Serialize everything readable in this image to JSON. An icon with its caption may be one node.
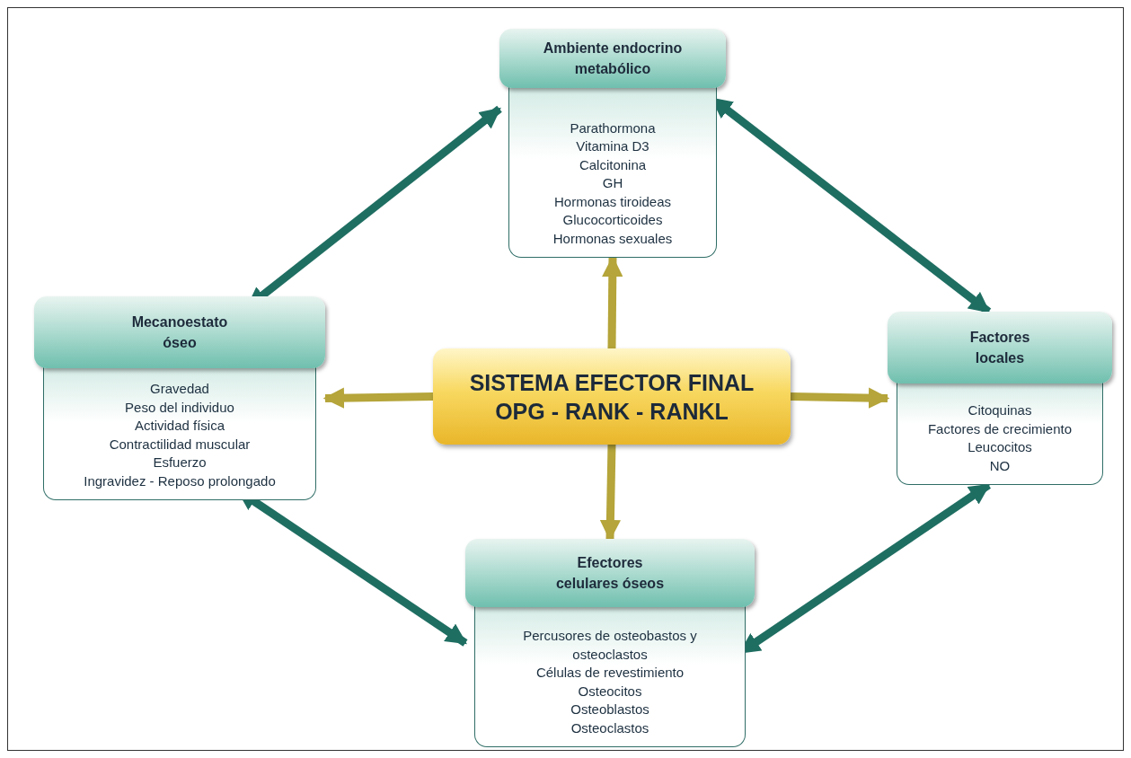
{
  "diagram": {
    "nodes": [
      {
        "text": [
          "SISTEMA EFECTOR FINAL",
          "OPG - RANK - RANKL"
        ]
      },
      {
        "text": [
          "Ambiente endocrino metabólico",
          "Parathormona",
          "Vitamina D3",
          "Calcitonina",
          "GH",
          "Hormonas tiroideas",
          "Glucocorticoides",
          "Hormonas sexuales"
        ]
      },
      {
        "text": [
          "Mecanoestato óseo",
          "Gravedad",
          "Peso del individuo",
          "Actividad física",
          "Contractilidad muscular",
          "Esfuerzo",
          "Ingravidez - Reposo prolongado"
        ]
      },
      {
        "text": [
          "Factores locales",
          "Citoquinas",
          "Factores de crecimiento",
          "Leucocitos",
          "NO"
        ]
      },
      {
        "text": [
          "Efectores celulares óseos",
          "Percusores de osteobastos y osteoclastos",
          "Células de revestimiento",
          "Osteocitos",
          "Osteoblastos",
          "Osteoclastos"
        ]
      }
    ],
    "edges": [
      {
        "from": 0,
        "to": 1,
        "arrow": "to",
        "color": "#b5a53a"
      },
      {
        "from": 0,
        "to": 2,
        "arrow": "to",
        "color": "#b5a53a"
      },
      {
        "from": 0,
        "to": 3,
        "arrow": "to",
        "color": "#b5a53a"
      },
      {
        "from": 0,
        "to": 4,
        "arrow": "to",
        "color": "#b5a53a"
      },
      {
        "from": 2,
        "to": 1,
        "arrow": "both",
        "color": "#1f6e62"
      },
      {
        "from": 1,
        "to": 3,
        "arrow": "both",
        "color": "#1f6e62"
      },
      {
        "from": 2,
        "to": 4,
        "arrow": "both",
        "color": "#1f6e62"
      },
      {
        "from": 4,
        "to": 3,
        "arrow": "both",
        "color": "#1f6e62"
      }
    ]
  }
}
